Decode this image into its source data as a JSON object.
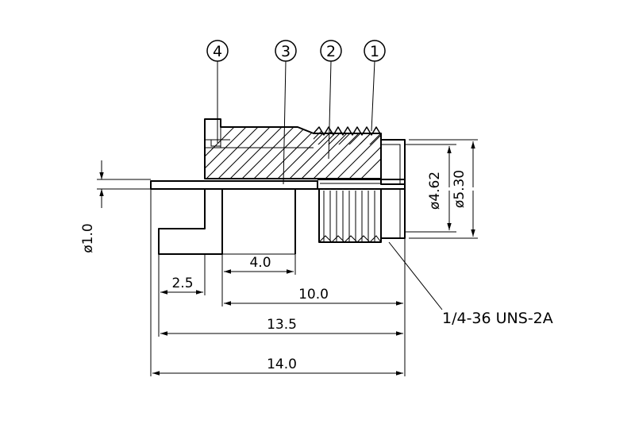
{
  "balloons": [
    {
      "id": "balloon-4",
      "label": "4"
    },
    {
      "id": "balloon-3",
      "label": "3"
    },
    {
      "id": "balloon-2",
      "label": "2"
    },
    {
      "id": "balloon-1",
      "label": "1"
    }
  ],
  "dimensions": {
    "d_1_0": "ø1.0",
    "d_4_62": "ø4.62",
    "d_5_30": "ø5.30",
    "len_2_5": "2.5",
    "len_4_0": "4.0",
    "len_10_0": "10.0",
    "len_13_5": "13.5",
    "len_14_0": "14.0"
  },
  "callout": {
    "thread": "1/4-36 UNS-2A"
  }
}
